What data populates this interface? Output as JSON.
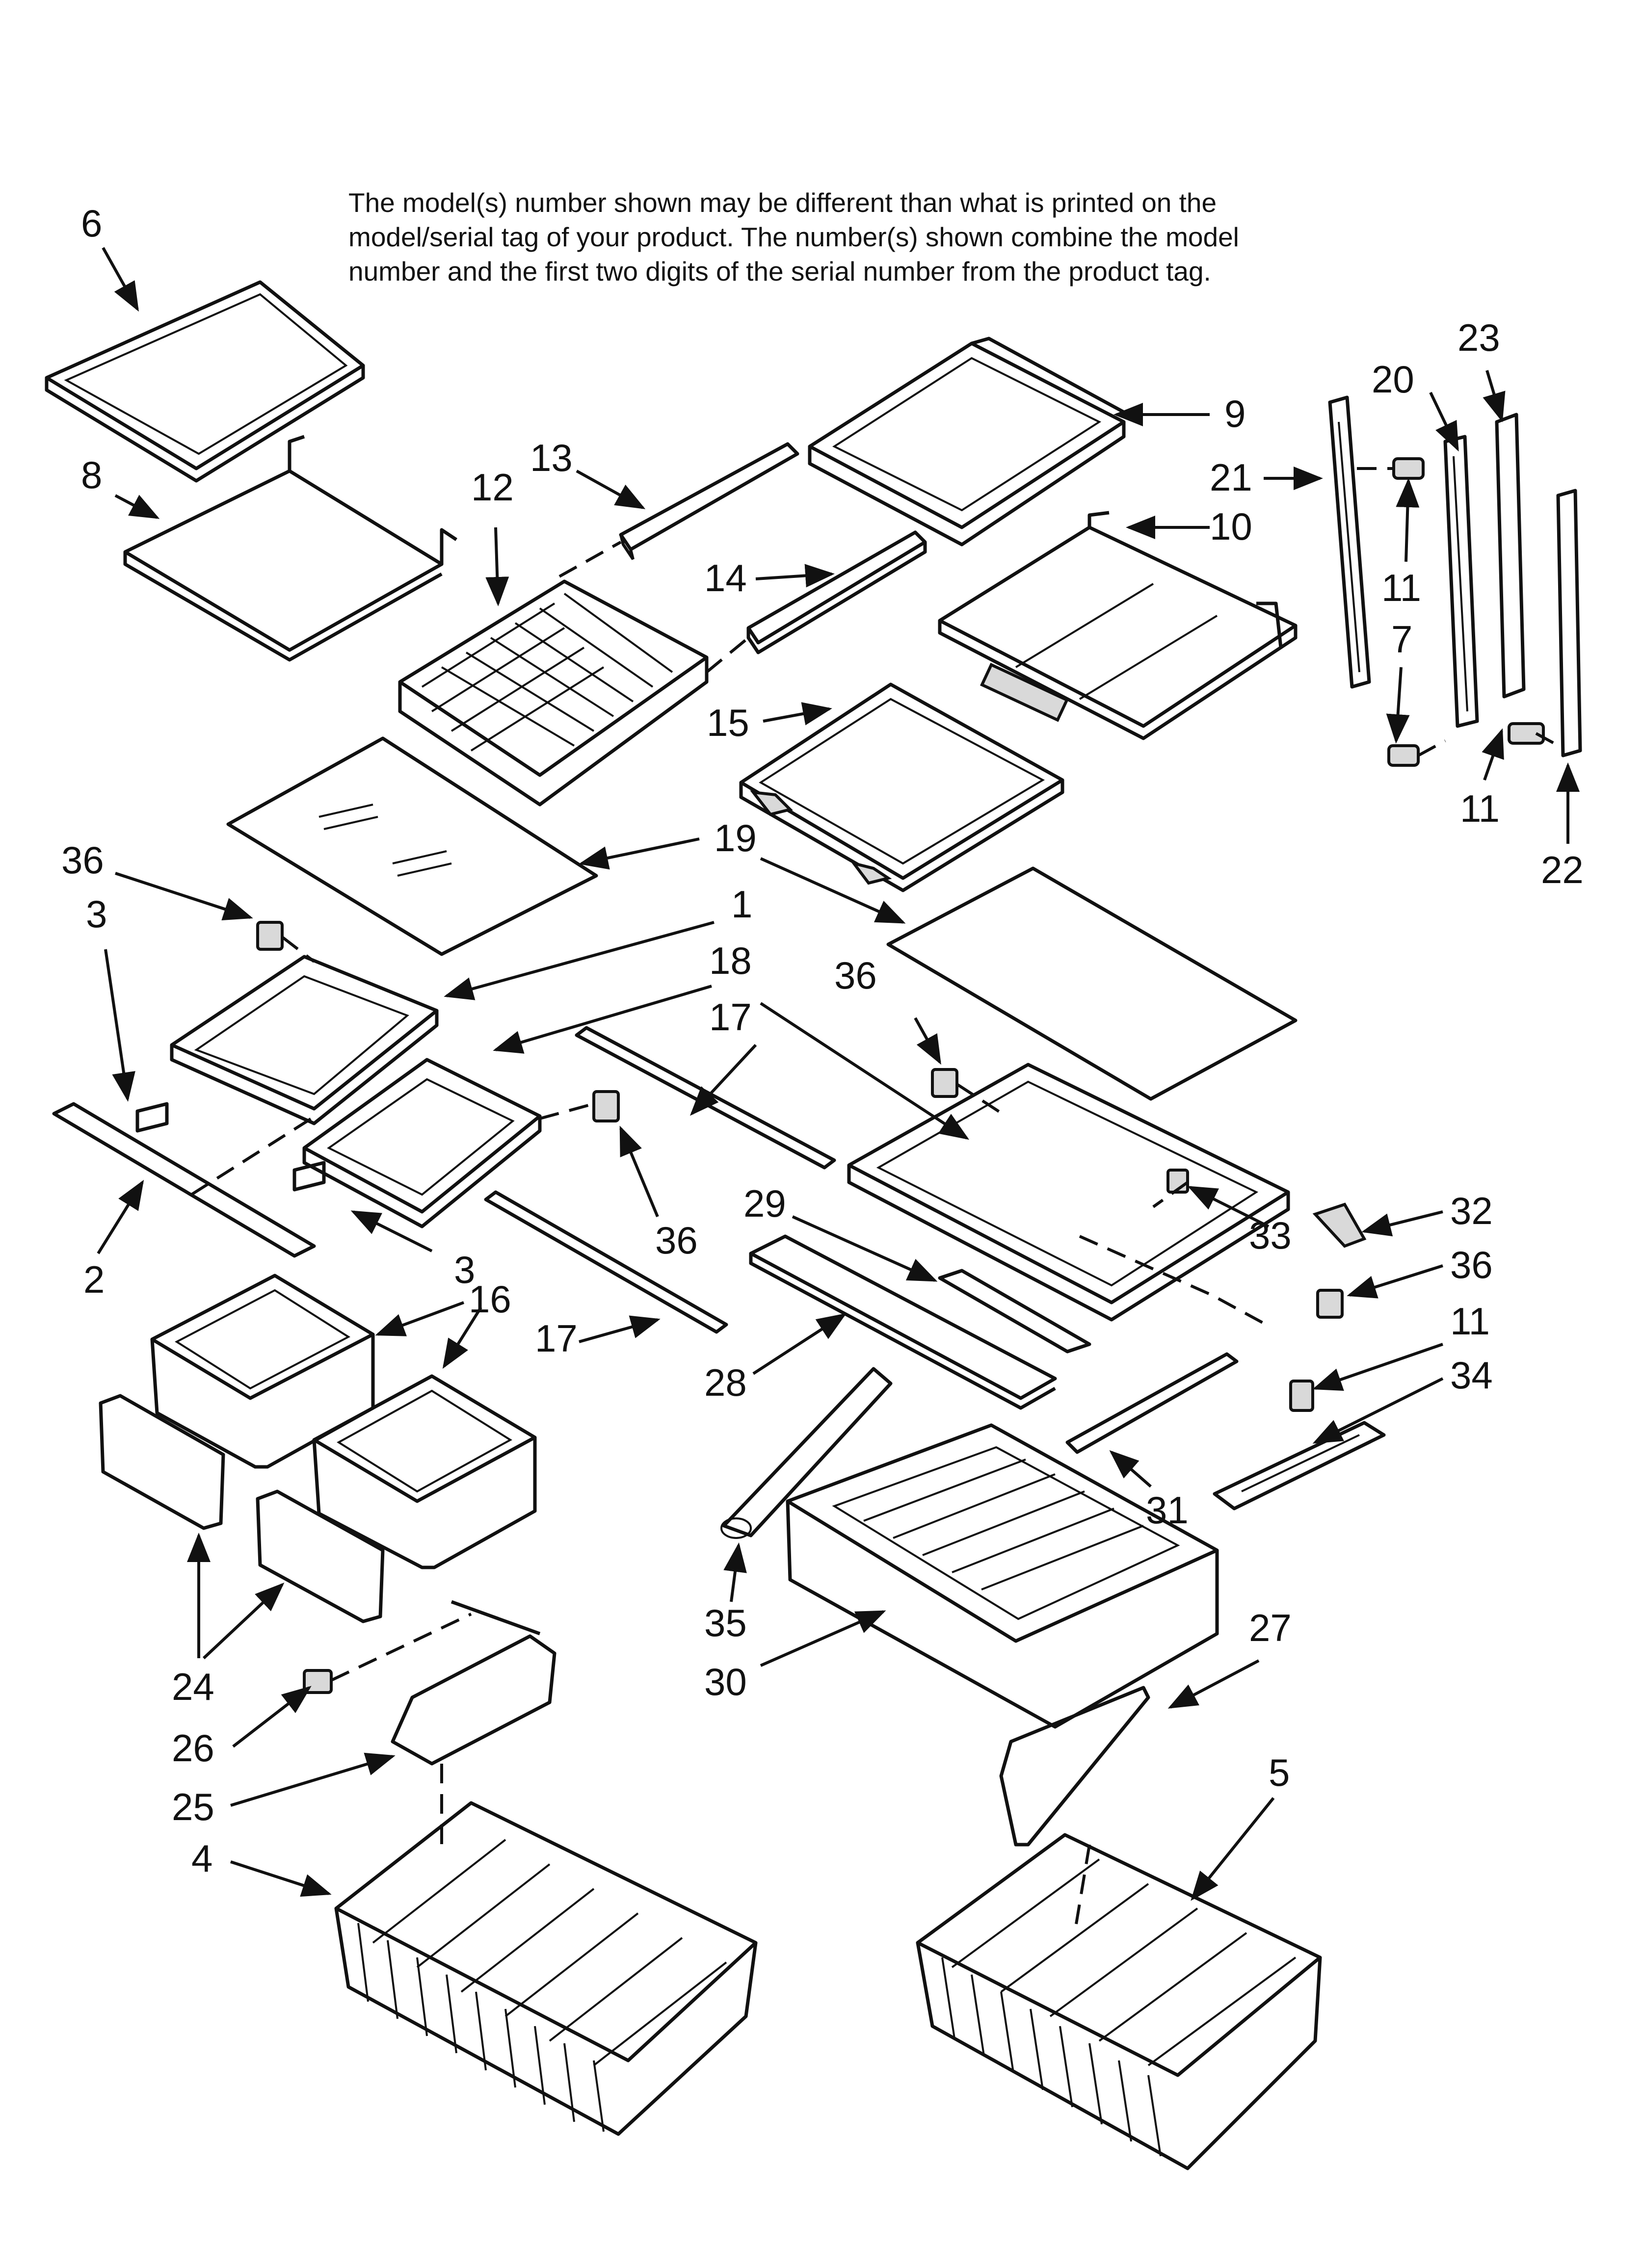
{
  "note": {
    "line1": "The model(s) number shown may be different than what is printed on the",
    "line2": "model/serial tag of your product. The number(s) shown combine the model",
    "line3": "number and the first two digits of the serial number from the product tag."
  },
  "callouts": {
    "c6": "6",
    "c8": "8",
    "c13": "13",
    "c12": "12",
    "c9": "9",
    "c10": "10",
    "c14": "14",
    "c15": "15",
    "c21": "21",
    "c20": "20",
    "c23": "23",
    "c11a": "11",
    "c7": "7",
    "c11b": "11",
    "c22": "22",
    "c19": "19",
    "c36a": "36",
    "c3a": "3",
    "c1": "1",
    "c18": "18",
    "c17a": "17",
    "c36b": "36",
    "c36c": "36",
    "c2": "2",
    "c3b": "3",
    "c29": "29",
    "c33": "33",
    "c32": "32",
    "c36d": "36",
    "c16": "16",
    "c17b": "17",
    "c28": "28",
    "c11c": "11",
    "c34": "34",
    "c31": "31",
    "c24": "24",
    "c35": "35",
    "c30": "30",
    "c27": "27",
    "c26": "26",
    "c25": "25",
    "c5": "5",
    "c4": "4"
  },
  "arrow_color": "#111111",
  "part_fill_color": "#d9d9d9"
}
